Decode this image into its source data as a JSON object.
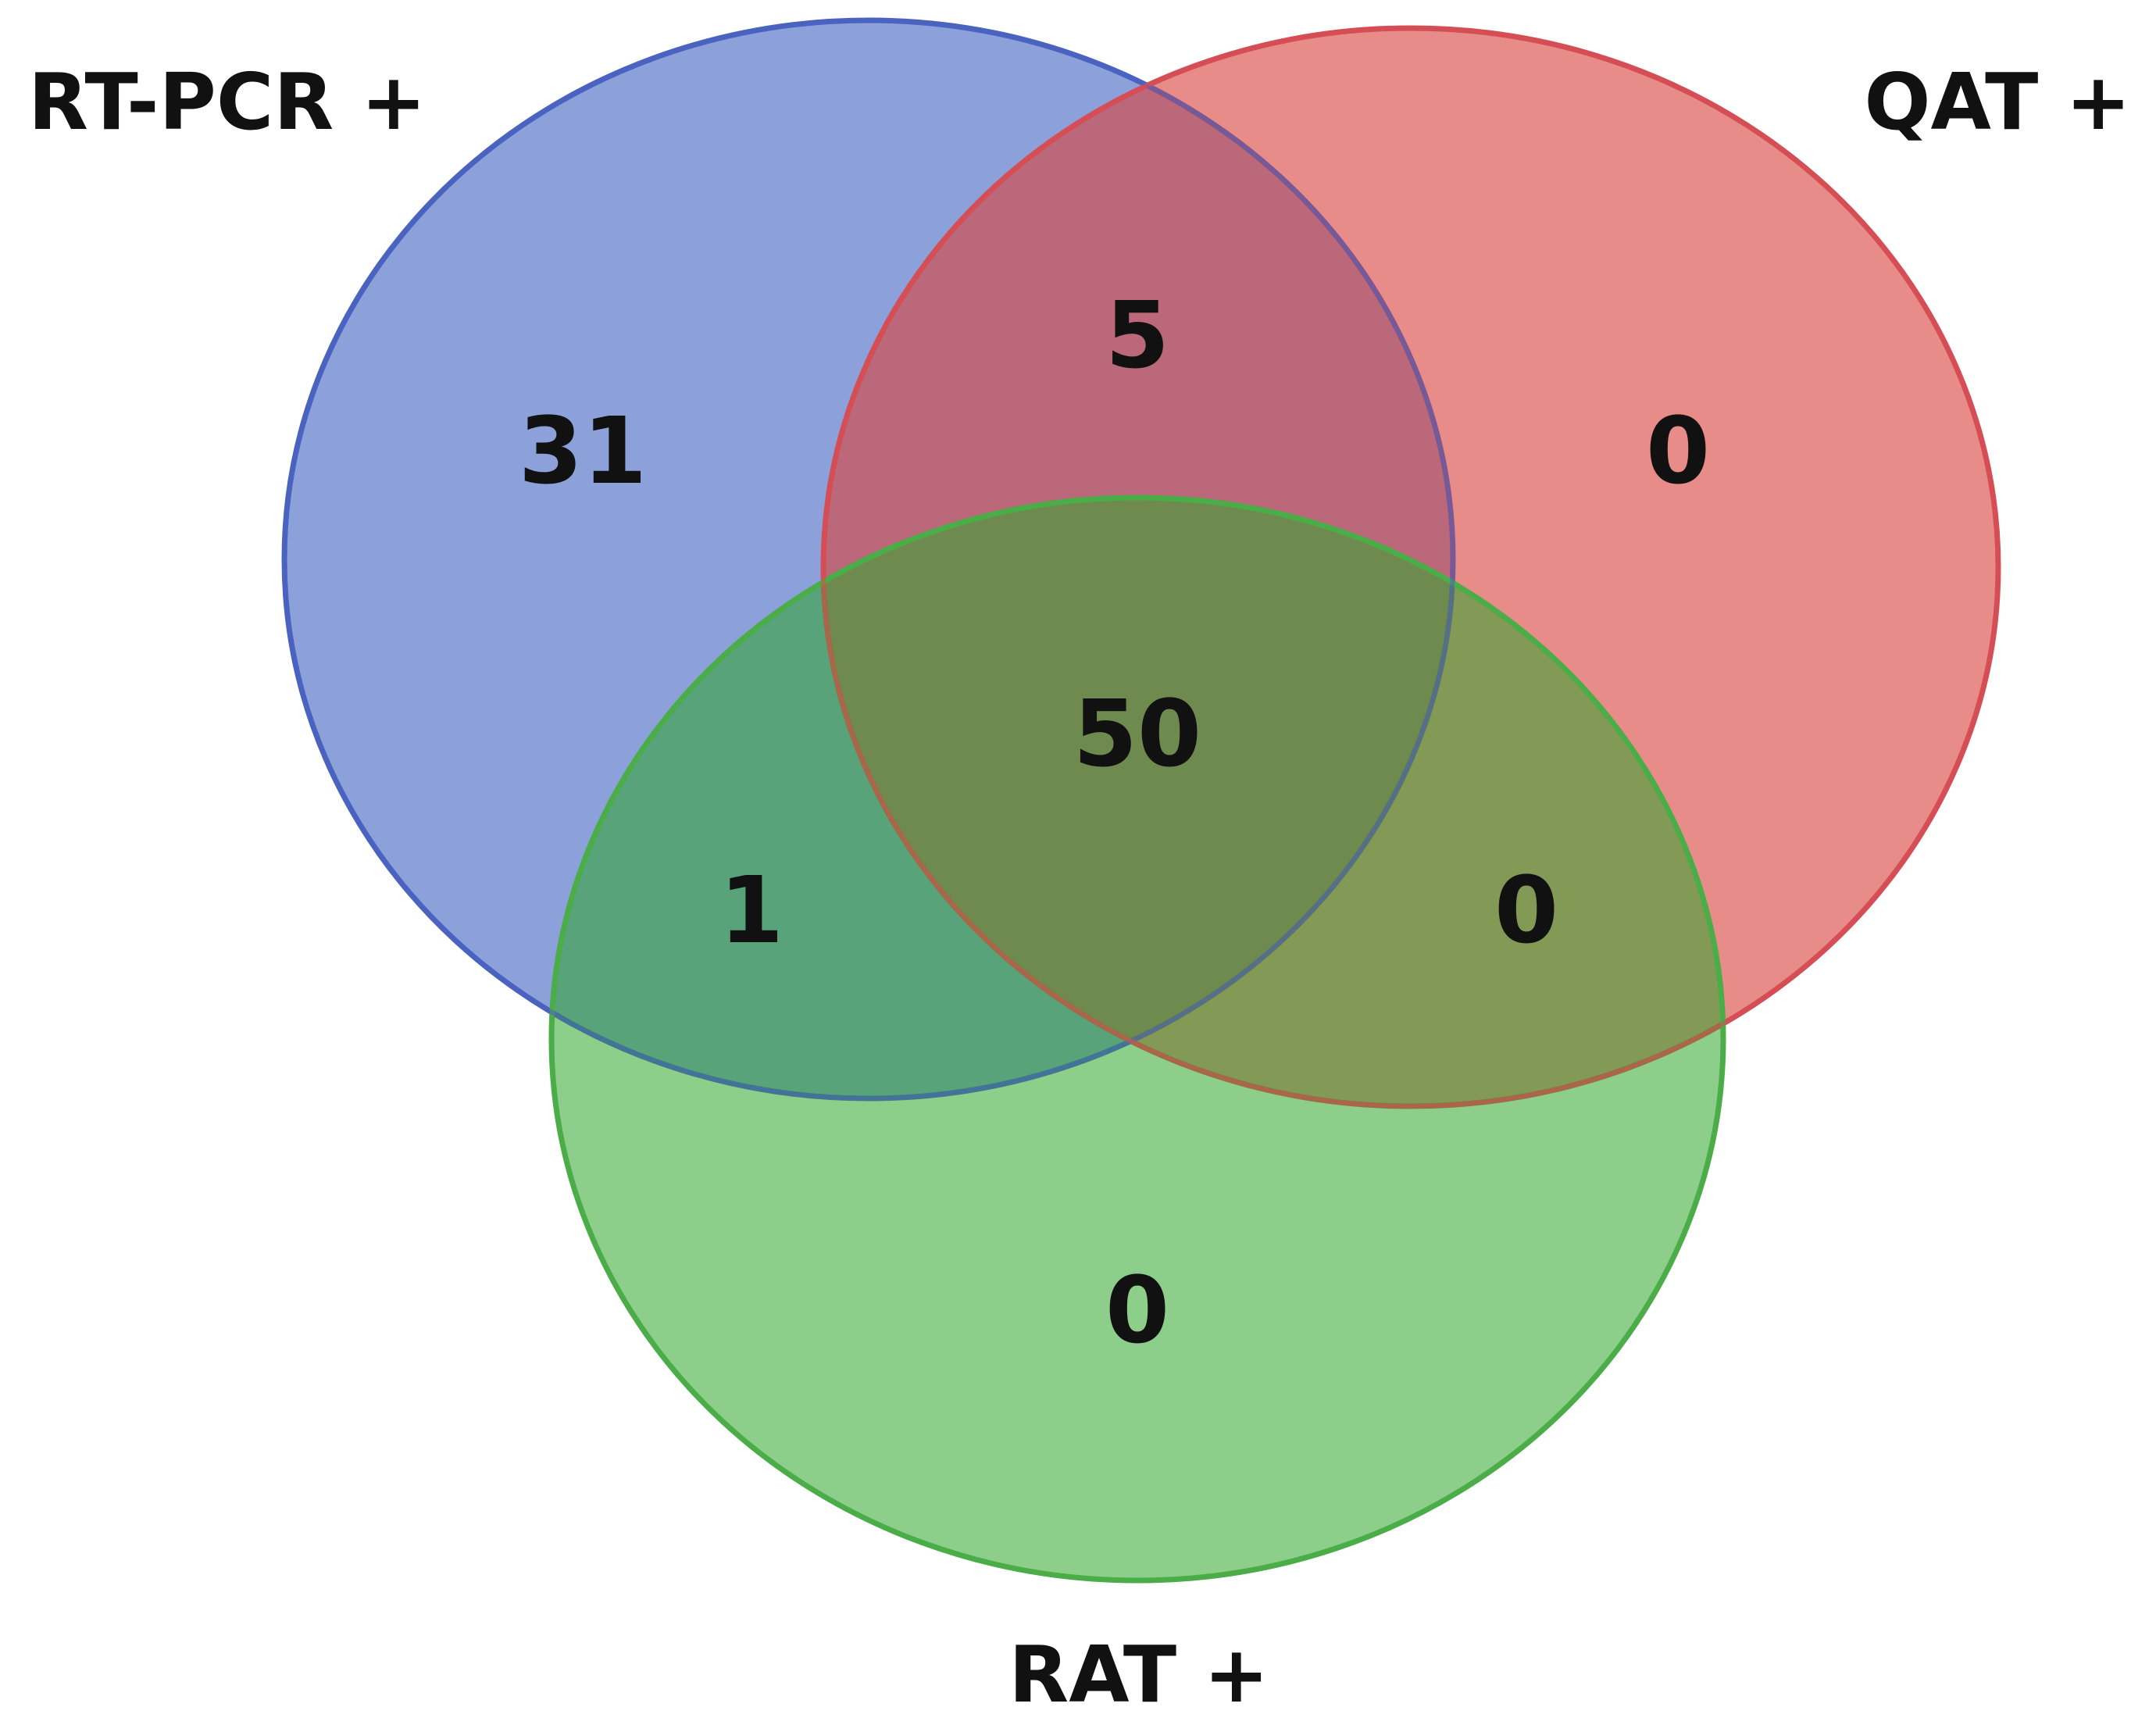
{
  "sets": {
    "rtpcr": {
      "label": "RT-PCR +",
      "fill": "#8a9ed8",
      "stroke": "#4a62c0"
    },
    "qat": {
      "label": "QAT +",
      "fill": "#e38680",
      "stroke": "#d64f55"
    },
    "rat": {
      "label": "RAT +",
      "fill": "#72c674",
      "stroke": "#4aad48"
    }
  },
  "regions": {
    "rtpcr_only": "31",
    "rtpcr_qat": "5",
    "qat_only": "0",
    "all_three": "50",
    "rtpcr_rat": "1",
    "qat_rat": "0",
    "rat_only": "0"
  }
}
